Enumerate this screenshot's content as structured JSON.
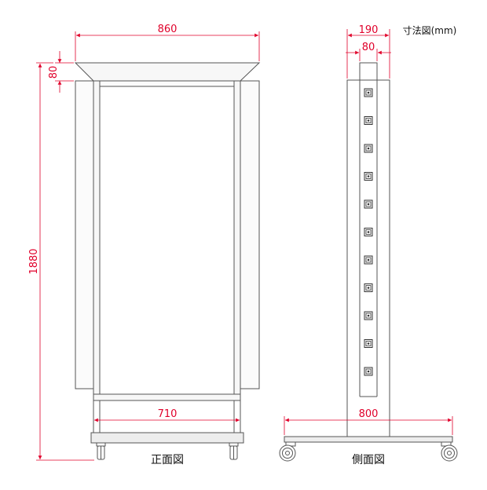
{
  "colors": {
    "dimension": "#e0002a",
    "outline": "#555555",
    "frame_fill": "#f7f7f7"
  },
  "unit_note": "寸法図(mm)",
  "front_view": {
    "caption": "正面図",
    "dims": {
      "width": "860",
      "frame": "80",
      "height": "1880",
      "inner_width": "710"
    }
  },
  "side_view": {
    "caption": "側面図",
    "dims": {
      "depth": "190",
      "post": "80",
      "base": "800"
    },
    "hook_count": 11,
    "hook_icon": "hook-slot-icon"
  }
}
